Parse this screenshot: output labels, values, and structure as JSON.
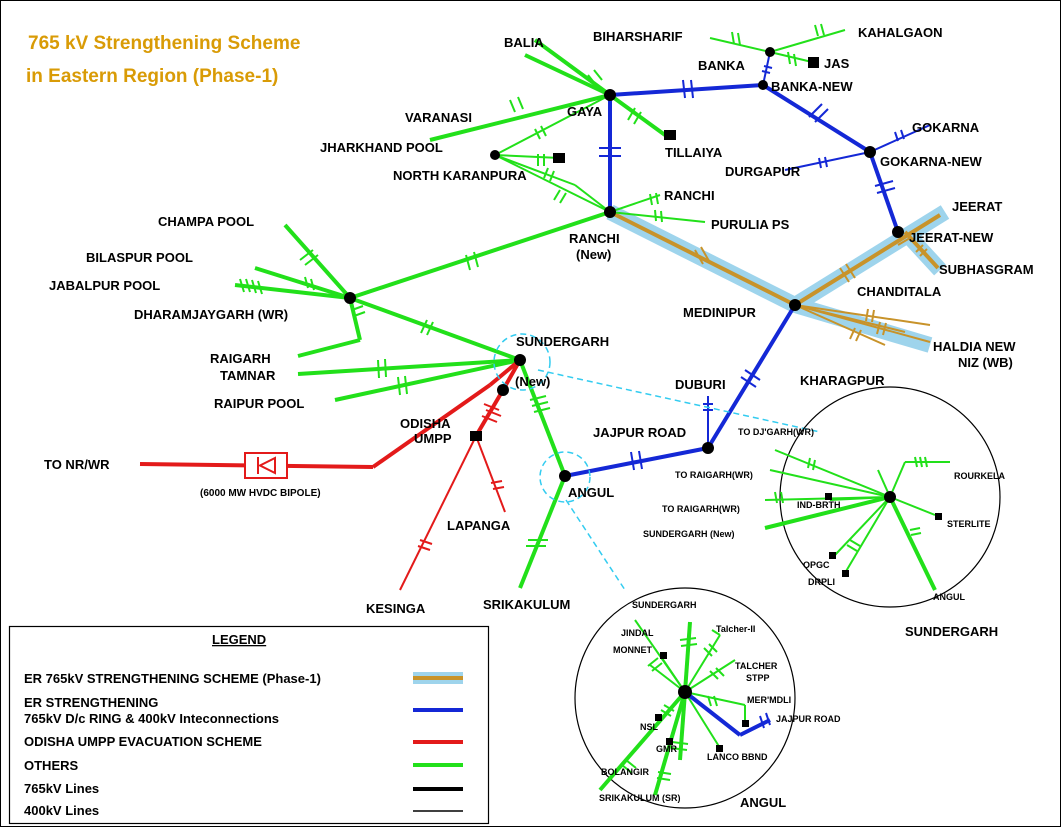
{
  "title": {
    "line1": "765 kV Strengthening Scheme",
    "line2": "in Eastern Region (Phase-1)"
  },
  "colors": {
    "phase1": "#c8932a",
    "phase1_halo": "#9ed4ec",
    "ring": "#1428d6",
    "umpp": "#e31a1a",
    "others": "#22e01a",
    "dashed": "#33ccf0",
    "black": "#000000"
  },
  "nodes": {
    "balia": "BALIA",
    "biharsharif": "BIHARSHARIF",
    "kahalgaon": "KAHALGAON",
    "jas": "JAS",
    "banka": "BANKA",
    "banka_new": "BANKA-NEW",
    "varanasi": "VARANASI",
    "gaya": "GAYA",
    "tillaiya": "TILLAIYA",
    "gokarna": "GOKARNA",
    "jharkhand_pool": "JHARKHAND POOL",
    "durgapur": "DURGAPUR",
    "gokarna_new": "GOKARNA-NEW",
    "north_karanpura": "NORTH KARANPURA",
    "ranchi": "RANCHI",
    "purulia": "PURULIA PS",
    "jeerat": "JEERAT",
    "champa_pool": "CHAMPA POOL",
    "ranchi_new_1": "RANCHI",
    "ranchi_new_2": "(New)",
    "jeerat_new": "JEERAT-NEW",
    "bilaspur_pool": "BILASPUR POOL",
    "subhasgram": "SUBHASGRAM",
    "jabalpur_pool": "JABALPUR POOL",
    "chanditala": "CHANDITALA",
    "dharamjaygarh": "DHARAMJAYGARH (WR)",
    "medinipur": "MEDINIPUR",
    "haldia_1": "HALDIA NEW",
    "haldia_2": "NIZ (WB)",
    "sundergarh_new_1": "SUNDERGARH",
    "sundergarh_new_2": "(New)",
    "raigarh": "RAIGARH",
    "tamnar": "TAMNAR",
    "kharagpur": "KHARAGPUR",
    "raipur_pool": "RAIPUR POOL",
    "duburi": "DUBURI",
    "odisha_1": "ODISHA",
    "odisha_2": "UMPP",
    "jajpur_road": "JAJPUR ROAD",
    "to_nrwr": "TO NR/WR",
    "angul": "ANGUL",
    "hvdc": "(6000 MW HVDC BIPOLE)",
    "lapanga": "LAPANGA",
    "kesinga": "KESINGA",
    "srikakulum": "SRIKAKULUM"
  },
  "sundergarh_inset": {
    "title": "SUNDERGARH",
    "to_djgarh": "TO DJ'GARH(WR)",
    "to_raigarh_1": "TO RAIGARH(WR)",
    "to_raigarh_2": "TO RAIGARH(WR)",
    "sundergarh_new": "SUNDERGARH (New)",
    "ind_brth": "IND-BRTH",
    "rourkela": "ROURKELA",
    "sterlite": "STERLITE",
    "opgc": "OPGC",
    "drpli": "DRPLI",
    "angul": "ANGUL"
  },
  "angul_inset": {
    "title": "ANGUL",
    "sundergarh": "SUNDERGARH",
    "jindal": "JINDAL",
    "talcher_ii": "Talcher-II",
    "monnet": "MONNET",
    "talcher_stpp_1": "TALCHER",
    "talcher_stpp_2": "STPP",
    "mermdli": "MER'MDLI",
    "jajpur_road": "JAJPUR ROAD",
    "nsl": "NSL",
    "gmr": "GMR",
    "lanco": "LANCO BBND",
    "bolangir": "BOLANGIR",
    "srikakulum": "SRIKAKULUM (SR)"
  },
  "legend": {
    "title": "LEGEND",
    "items": [
      "ER 765kV STRENGTHENING SCHEME (Phase-1)",
      "ER STRENGTHENING",
      "765kV D/c RING & 400kV Inteconnections",
      "ODISHA UMPP EVACUATION SCHEME",
      "OTHERS",
      "765kV Lines",
      "400kV Lines"
    ]
  }
}
